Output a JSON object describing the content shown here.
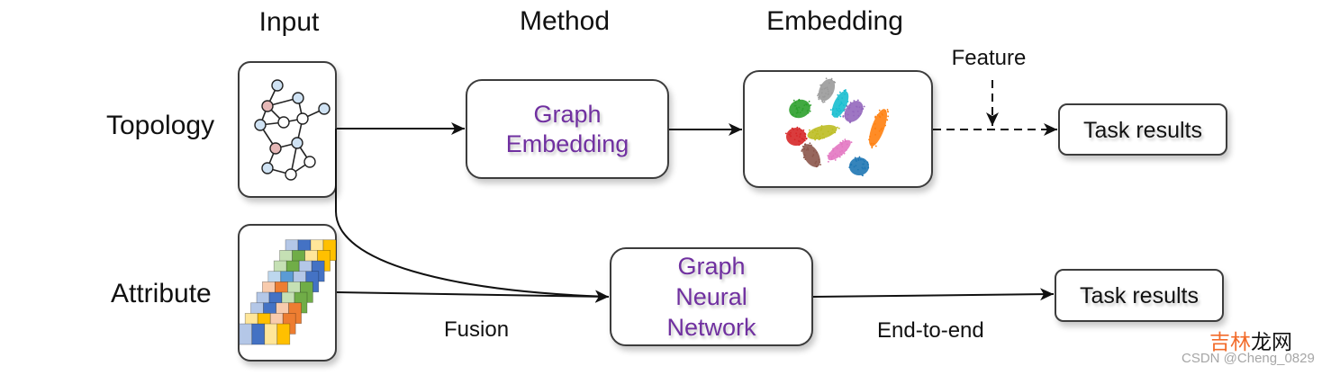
{
  "column_headers": {
    "input": "Input",
    "method": "Method",
    "embedding": "Embedding"
  },
  "row_labels": {
    "topology": "Topology",
    "attribute": "Attribute"
  },
  "topology_graph": {
    "node_colors": {
      "blue": "#cfe2f3",
      "pink": "#e6b8b7",
      "white": "#ffffff"
    },
    "nodes": [
      {
        "id": "A",
        "kind": "blue"
      },
      {
        "id": "B",
        "kind": "pink"
      },
      {
        "id": "C",
        "kind": "blue"
      },
      {
        "id": "D",
        "kind": "blue"
      },
      {
        "id": "E",
        "kind": "white"
      },
      {
        "id": "F",
        "kind": "white"
      },
      {
        "id": "G",
        "kind": "blue"
      },
      {
        "id": "H",
        "kind": "pink"
      },
      {
        "id": "I",
        "kind": "blue"
      },
      {
        "id": "J",
        "kind": "white"
      },
      {
        "id": "K",
        "kind": "blue"
      },
      {
        "id": "L",
        "kind": "white"
      }
    ],
    "edges": [
      [
        "A",
        "B"
      ],
      [
        "B",
        "C"
      ],
      [
        "C",
        "F"
      ],
      [
        "F",
        "D"
      ],
      [
        "B",
        "E"
      ],
      [
        "B",
        "G"
      ],
      [
        "G",
        "E"
      ],
      [
        "E",
        "F"
      ],
      [
        "F",
        "I"
      ],
      [
        "G",
        "H"
      ],
      [
        "H",
        "I"
      ],
      [
        "I",
        "J"
      ],
      [
        "I",
        "L"
      ],
      [
        "J",
        "L"
      ],
      [
        "H",
        "K"
      ],
      [
        "K",
        "L"
      ]
    ]
  },
  "attribute_matrix": {
    "rows": [
      [
        "#b4c7e7",
        "#4472c4",
        "#ffe699",
        "#ffc000"
      ],
      [
        "#c5e0b4",
        "#70ad47",
        "#ffe699",
        "#ffc000"
      ],
      [
        "#c5e0b4",
        "#70ad47",
        "#b4c7e7",
        "#4472c4"
      ],
      [
        "#bdd7ee",
        "#5b9bd5",
        "#b4c7e7",
        "#4472c4"
      ],
      [
        "#f8cbad",
        "#ed7d31",
        "#c5e0b4",
        "#70ad47"
      ],
      [
        "#b4c7e7",
        "#4472c4",
        "#c5e0b4",
        "#70ad47"
      ],
      [
        "#b4c7e7",
        "#4472c4",
        "#f8cbad",
        "#ed7d31"
      ],
      [
        "#ffe699",
        "#ffc000",
        "#f8cbad",
        "#ed7d31"
      ],
      [
        "#b4c7e7",
        "#4472c4",
        "#ffe699",
        "#ffc000"
      ]
    ]
  },
  "graph_embedding_box": {
    "lines": [
      "Graph",
      "Embedding"
    ]
  },
  "embedding_box": {
    "clusters": [
      {
        "name": "gray",
        "color": "#9a9a9a"
      },
      {
        "name": "cyan",
        "color": "#17becf"
      },
      {
        "name": "purple",
        "color": "#9467bd"
      },
      {
        "name": "green",
        "color": "#2ca02c"
      },
      {
        "name": "orange",
        "color": "#ff7f0e"
      },
      {
        "name": "red",
        "color": "#d62728"
      },
      {
        "name": "olive",
        "color": "#bcbd22"
      },
      {
        "name": "brown",
        "color": "#8c564b"
      },
      {
        "name": "pink",
        "color": "#e377c2"
      },
      {
        "name": "blue",
        "color": "#1f77b4"
      }
    ]
  },
  "feature_label": "Feature",
  "task_results_top": "Task results",
  "gnn_box": {
    "lines": [
      "Graph",
      "Neural",
      "Network"
    ]
  },
  "fusion_label": "Fusion",
  "end_to_end_label": "End-to-end",
  "task_results_bottom": "Task results",
  "watermark": {
    "brand_orange_part": "吉林",
    "brand_black_part": "龙网",
    "credit": "CSDN @Cheng_0829"
  },
  "colors": {
    "method_text": "#7030a0",
    "brand_orange": "#f26b2a",
    "line": "#111111",
    "box_border": "#3c3c3c"
  }
}
